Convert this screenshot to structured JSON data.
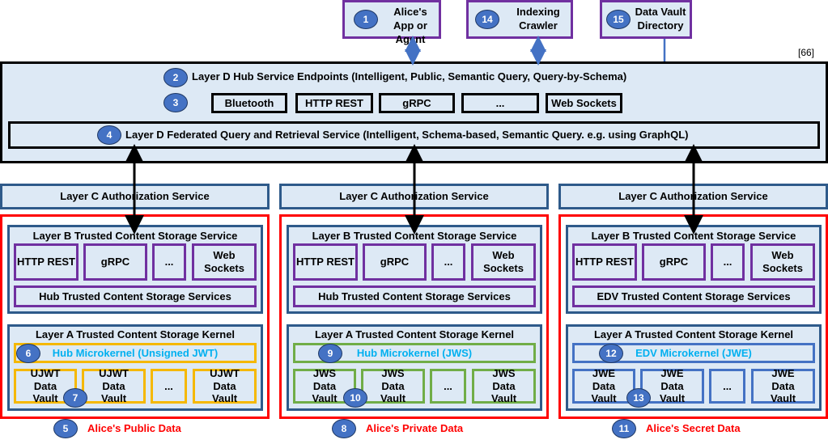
{
  "citation": "[66]",
  "top_boxes": [
    {
      "num": "1",
      "label": "Alice's App or Agent"
    },
    {
      "num": "14",
      "label": "Indexing Crawler"
    },
    {
      "num": "15",
      "label": "Data Vault Directory"
    }
  ],
  "layer_d": {
    "endpoints_num": "2",
    "endpoints_label": "Layer D Hub Service Endpoints (Intelligent, Public, Semantic Query, Query-by-Schema)",
    "protocols_num": "3",
    "protocols": [
      "Bluetooth",
      "HTTP REST",
      "gRPC",
      "...",
      "Web Sockets"
    ],
    "federated_num": "4",
    "federated_label": "Layer D Federated Query and Retrieval Service (Intelligent, Schema-based, Semantic Query. e.g. using GraphQL)"
  },
  "columns": [
    {
      "layer_c": "Layer C Authorization Service",
      "layer_b": "Layer B Trusted Content Storage Service",
      "protocols": [
        "HTTP REST",
        "gRPC",
        "...",
        "Web Sockets"
      ],
      "storage_services": "Hub Trusted Content Storage Services",
      "layer_a": "Layer A Trusted Content Storage Kernel",
      "kernel_num": "6",
      "kernel_label": "Hub Microkernel (Unsigned JWT)",
      "vaults": [
        "UJWT Data Vault",
        "UJWT Data Vault",
        "...",
        "UJWT Data Vault"
      ],
      "vault_num": "7",
      "data_num": "5",
      "data_label": "Alice's Public Data"
    },
    {
      "layer_c": "Layer C Authorization Service",
      "layer_b": "Layer B Trusted Content Storage Service",
      "protocols": [
        "HTTP REST",
        "gRPC",
        "...",
        "Web Sockets"
      ],
      "storage_services": "Hub Trusted Content Storage Services",
      "layer_a": "Layer A Trusted Content Storage Kernel",
      "kernel_num": "9",
      "kernel_label": "Hub Microkernel (JWS)",
      "vaults": [
        "JWS Data Vault",
        "JWS Data Vault",
        "...",
        "JWS Data Vault"
      ],
      "vault_num": "10",
      "data_num": "8",
      "data_label": "Alice's Private Data"
    },
    {
      "layer_c": "Layer C Authorization Service",
      "layer_b": "Layer B Trusted Content Storage Service",
      "protocols": [
        "HTTP REST",
        "gRPC",
        "...",
        "Web Sockets"
      ],
      "storage_services": "EDV Trusted Content Storage Services",
      "layer_a": "Layer A Trusted Content Storage Kernel",
      "kernel_num": "12",
      "kernel_label": "EDV Microkernel (JWE)",
      "vaults": [
        "JWE Data Vault",
        "JWE Data Vault",
        "...",
        "JWE Data Vault"
      ],
      "vault_num": "13",
      "data_num": "11",
      "data_label": "Alice's Secret Data"
    }
  ],
  "colors": {
    "box_fill": "#dde9f5",
    "layer_border": "#2e5a8a",
    "protocol_border": "#7030a0",
    "public_kernel": "#f5b800",
    "private_kernel": "#70ad47",
    "secret_kernel": "#4472c4",
    "data_frame": "#ff0000",
    "badge": "#4472c4",
    "kernel_text": "#00b0f0"
  }
}
